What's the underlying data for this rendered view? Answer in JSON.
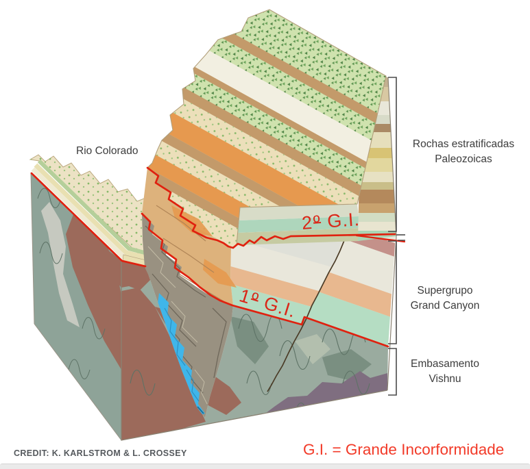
{
  "figure": {
    "river_label": "Rio Colorado",
    "unconformities": {
      "second": {
        "number": "2",
        "ordinal": "º",
        "rest": " G.I."
      },
      "first": {
        "number": "1",
        "ordinal": "º",
        "rest": " G.I."
      }
    },
    "brackets": {
      "paleozoic": {
        "line1": "Rochas estratificadas",
        "line2": "Paleozoicas"
      },
      "supergroup": {
        "line1": "Supergrupo",
        "line2": "Grand Canyon"
      },
      "basement": {
        "line1": "Embasamento",
        "line2": "Vishnu"
      }
    },
    "legend": "G.I. = Grande Incorformidade",
    "credit": "CREDIT: K. KARLSTROM & L. CROSSEY",
    "colors": {
      "unconformity_red": "#e0210f",
      "legend_red": "#f23a28",
      "river_blue": "#3fb6ea",
      "basement_green": "#9aab9f",
      "dike_brown": "#9c6a5b",
      "forest_green": "#5c9350",
      "label_gray": "#3c3c3c"
    }
  }
}
